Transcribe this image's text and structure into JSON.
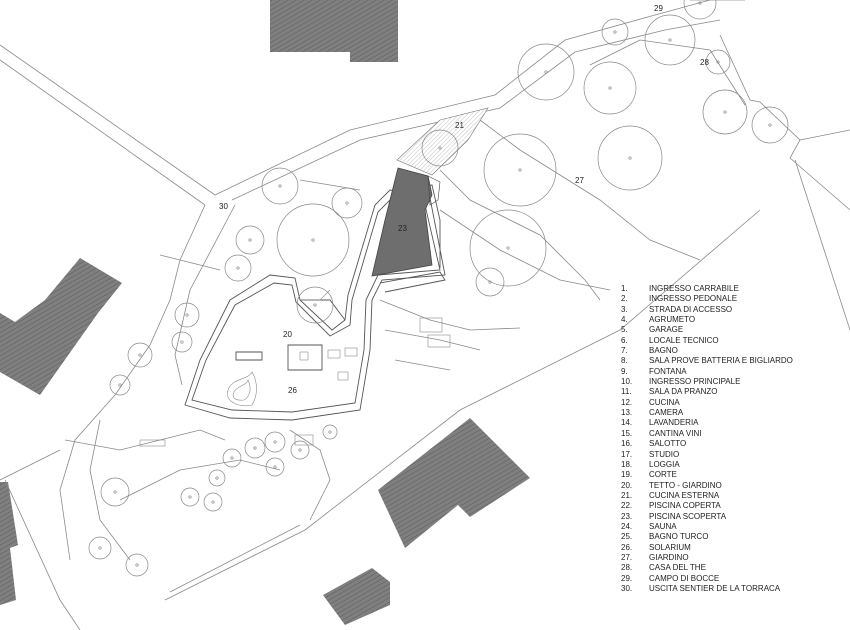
{
  "plan_labels": {
    "n20": "20",
    "n21": "21",
    "n23": "23",
    "n26": "26",
    "n27": "27",
    "n28": "28",
    "n29": "29",
    "n30": "30"
  },
  "legend": [
    {
      "num": "1.",
      "text": "INGRESSO CARRABILE"
    },
    {
      "num": "2.",
      "text": "INGRESSO PEDONALE"
    },
    {
      "num": "3.",
      "text": "STRADA DI ACCESSO"
    },
    {
      "num": "4.",
      "text": "AGRUMETO"
    },
    {
      "num": "5.",
      "text": "GARAGE"
    },
    {
      "num": "6.",
      "text": "LOCALE TECNICO"
    },
    {
      "num": "7.",
      "text": "BAGNO"
    },
    {
      "num": "8.",
      "text": "SALA PROVE BATTERIA E BIGLIARDO"
    },
    {
      "num": "9.",
      "text": "FONTANA"
    },
    {
      "num": "10.",
      "text": "INGRESSO PRINCIPALE"
    },
    {
      "num": "11.",
      "text": "SALA DA PRANZO"
    },
    {
      "num": "12.",
      "text": "CUCINA"
    },
    {
      "num": "13.",
      "text": "CAMERA"
    },
    {
      "num": "14.",
      "text": "LAVANDERIA"
    },
    {
      "num": "15.",
      "text": "CANTINA VINI"
    },
    {
      "num": "16.",
      "text": "SALOTTO"
    },
    {
      "num": "17.",
      "text": "STUDIO"
    },
    {
      "num": "18.",
      "text": "LOGGIA"
    },
    {
      "num": "19.",
      "text": "CORTE"
    },
    {
      "num": "20.",
      "text": "TETTO - GIARDINO"
    },
    {
      "num": "21.",
      "text": "CUCINA ESTERNA"
    },
    {
      "num": "22.",
      "text": "PISCINA COPERTA"
    },
    {
      "num": "23.",
      "text": "PISCINA SCOPERTA"
    },
    {
      "num": "24.",
      "text": "SAUNA"
    },
    {
      "num": "25.",
      "text": "BAGNO TURCO"
    },
    {
      "num": "26.",
      "text": "SOLARIUM"
    },
    {
      "num": "27.",
      "text": "GIARDINO"
    },
    {
      "num": "28.",
      "text": "CASA DEL THE"
    },
    {
      "num": "29.",
      "text": "CAMPO DI BOCCE"
    },
    {
      "num": "30.",
      "text": "USCITA SENTIER DE LA TORRACA"
    }
  ],
  "colors": {
    "building_fill": "#7d7d7d",
    "pool_fill": "#6e6e6e",
    "line": "#8a8a8a",
    "text": "#222222"
  }
}
